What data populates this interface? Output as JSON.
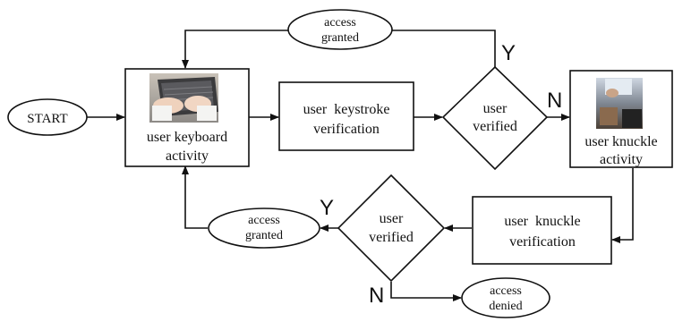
{
  "nodes": {
    "start": {
      "label": "START"
    },
    "access_granted_top": {
      "line1": "access",
      "line2": "granted"
    },
    "keyboard_activity": {
      "line1": "user keyboard",
      "line2": "activity"
    },
    "keystroke_verification": {
      "line1": "user  keystroke",
      "line2": "verification"
    },
    "verified_top": {
      "line1": "user",
      "line2": "verified"
    },
    "knuckle_activity": {
      "line1": "user knuckle",
      "line2": "activity"
    },
    "knuckle_verification": {
      "line1": "user  knuckle",
      "line2": "verification"
    },
    "verified_bottom": {
      "line1": "user",
      "line2": "verified"
    },
    "access_granted_bottom": {
      "line1": "access",
      "line2": "granted"
    },
    "access_denied": {
      "line1": "access",
      "line2": "denied"
    }
  },
  "edge_labels": {
    "top_yes": "Y",
    "top_no": "N",
    "bottom_yes": "Y",
    "bottom_no": "N"
  },
  "images": {
    "keyboard_photo": "laptop-typing-photo",
    "knuckle_photo": "knuckle-capture-photo"
  }
}
